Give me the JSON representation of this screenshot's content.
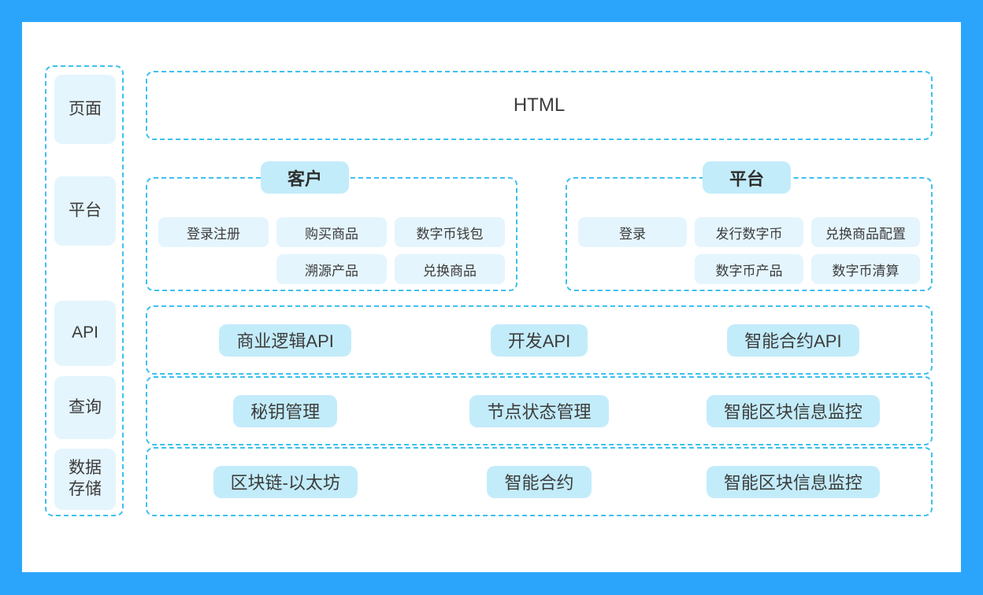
{
  "theme": {
    "frame_color": "#2ba5fc",
    "canvas_color": "#ffffff",
    "dashed_border_color": "#3ec0ee",
    "chip_light_color": "#e4f5fd",
    "chip_strong_color": "#c3ecfa",
    "text_color": "#3c3c3c"
  },
  "stages": [
    {
      "label": "页面"
    },
    {
      "label": "平台"
    },
    {
      "label": "API"
    },
    {
      "label": "查询"
    },
    {
      "label": "数据\n存储"
    }
  ],
  "rows": {
    "presentation": {
      "label": "HTML"
    },
    "panels": [
      {
        "title": "客户",
        "grid": [
          [
            "登录注册",
            "购买商品",
            "数字币钱包"
          ],
          [
            "",
            "溯源产品",
            "兑换商品"
          ]
        ]
      },
      {
        "title": "平台",
        "grid": [
          [
            "登录",
            "发行数字币",
            "兑换商品配置"
          ],
          [
            "",
            "数字币产品",
            "数字币清算"
          ]
        ]
      }
    ],
    "api": {
      "items": [
        "商业逻辑API",
        "开发API",
        "智能合约API"
      ]
    },
    "query": {
      "items": [
        "秘钥管理",
        "节点状态管理",
        "智能区块信息监控"
      ]
    },
    "storage": {
      "items": [
        "区块链-以太坊",
        "智能合约",
        "智能区块信息监控"
      ]
    }
  }
}
